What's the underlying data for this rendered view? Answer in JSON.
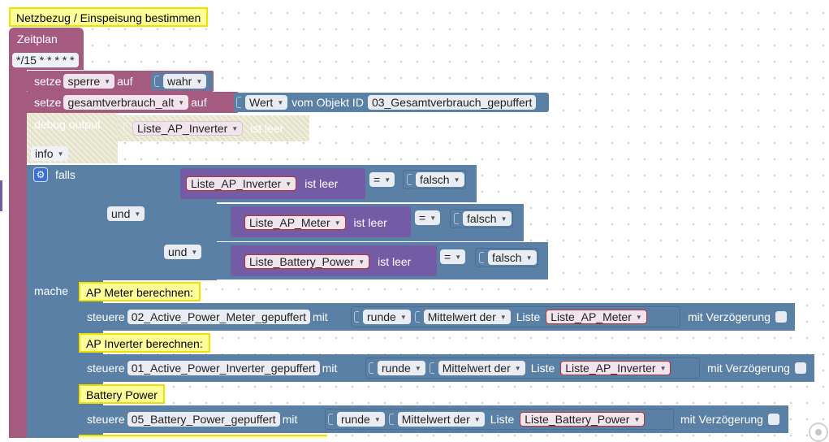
{
  "colors": {
    "purple_event": "#a55b80",
    "logic_blue": "#5b80a5",
    "list_purple": "#745ba5",
    "disabled": "#e4e2c9",
    "comment_yellow": "#ffff99"
  },
  "comment_netzbezug": "Netzbezug / Einspeisung bestimmen",
  "schedule": {
    "label": "Zeitplan",
    "cron": "*/15 * * * * *"
  },
  "set1": {
    "setze": "setze",
    "var": "sperre",
    "auf": "auf",
    "value": "wahr"
  },
  "set2": {
    "setze": "setze",
    "var": "gesamtverbrauch_alt",
    "auf": "auf",
    "prop": "Wert",
    "vom": "vom Objekt ID",
    "object": "03_Gesamtverbrauch_gepuffert"
  },
  "debug": {
    "label": "debug output",
    "list": "Liste_AP_Inverter",
    "isempty": "ist leer",
    "level": "info"
  },
  "ifblock": {
    "falls": "falls",
    "und1": "und",
    "und2": "und",
    "c1": {
      "list": "Liste_AP_Inverter",
      "isempty": "ist leer",
      "op": "=",
      "val": "falsch"
    },
    "c2": {
      "list": "Liste_AP_Meter",
      "isempty": "ist leer",
      "op": "=",
      "val": "falsch"
    },
    "c3": {
      "list": "Liste_Battery_Power",
      "isempty": "ist leer",
      "op": "=",
      "val": "falsch"
    },
    "mache": "mache"
  },
  "comment_meter": "AP Meter berechnen:",
  "control1": {
    "steuere": "steuere",
    "object": "02_Active_Power_Meter_gepuffert",
    "mit": "mit",
    "round": "runde",
    "mean": "Mittelwert der",
    "liste": "Liste",
    "list": "Liste_AP_Meter",
    "delay": "mit Verzögerung"
  },
  "comment_inverter": "AP Inverter berechnen:",
  "control2": {
    "steuere": "steuere",
    "object": "01_Active_Power_Inverter_gepuffert",
    "mit": "mit",
    "round": "runde",
    "mean": "Mittelwert der",
    "liste": "Liste",
    "list": "Liste_AP_Inverter",
    "delay": "mit Verzögerung"
  },
  "comment_battery": "Battery Power",
  "control3": {
    "steuere": "steuere",
    "object": "05_Battery_Power_gepuffert",
    "mit": "mit",
    "round": "runde",
    "mean": "Mittelwert der",
    "liste": "Liste",
    "list": "Liste_Battery_Power",
    "delay": "mit Verzögerung"
  },
  "icons": {
    "gear": "gear-icon",
    "dropdown": "dropdown-arrow-icon",
    "zoom": "target-icon"
  }
}
